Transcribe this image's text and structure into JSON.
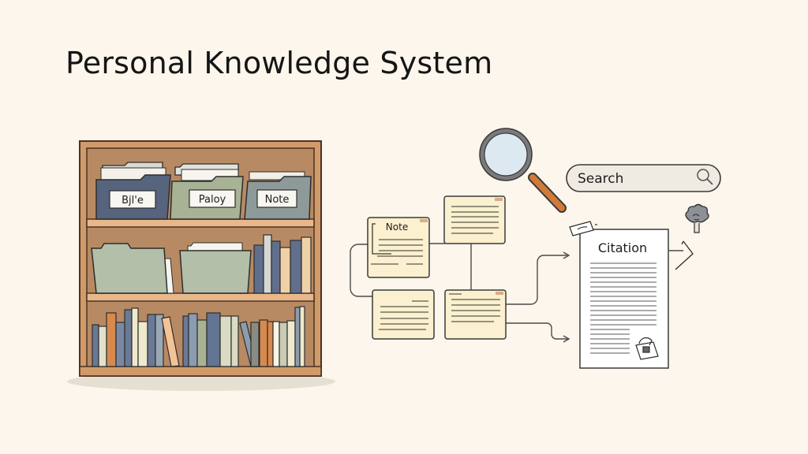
{
  "title": "Personal Knowledge System",
  "bookshelf": {
    "top_shelf_folders": [
      {
        "label": "Bjl'e",
        "color": "#56647e"
      },
      {
        "label": "Paloy",
        "color": "#a8b294"
      },
      {
        "label": "Note",
        "color": "#8e9a9a"
      }
    ],
    "middle_shelf_folders": [
      {
        "color": "#b3bfa8"
      },
      {
        "color": "#b3bfa8"
      }
    ],
    "frame_color": "#c9925e",
    "back_color": "#b58862"
  },
  "notes": {
    "main_note_label": "Note",
    "note_fill": "#fbf0cf"
  },
  "search": {
    "placeholder": "Search",
    "icon": "search-icon"
  },
  "magnifier": {
    "icon": "magnifying-glass-icon",
    "handle_color": "#d17a3a",
    "lens_color": "#dde9f1"
  },
  "citation": {
    "label": "Citation",
    "icons": [
      "tag-icon",
      "stamp-icon",
      "tree-icon",
      "arrow-icon"
    ]
  }
}
